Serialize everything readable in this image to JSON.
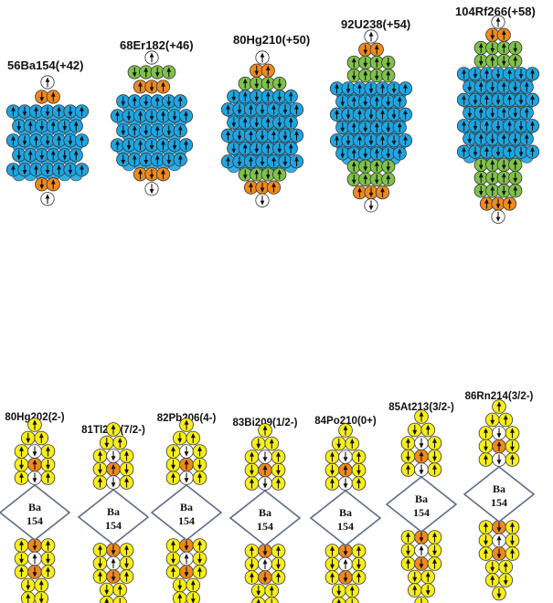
{
  "colors": {
    "blue": "#1ca6e3",
    "orange": "#f08a1c",
    "green": "#7fc24a",
    "yellow": "#f7ee1b",
    "white": "#ffffff",
    "outline": "#333333",
    "core_border": "#5d6b8a"
  },
  "top_row": [
    {
      "label": "56Ba154(+42)",
      "layers": [
        "w",
        "o",
        "b",
        "b",
        "b",
        "b",
        "b",
        "o",
        "w"
      ]
    },
    {
      "label": "68Er182(+46)",
      "layers": [
        "w",
        "g",
        "o",
        "b",
        "b",
        "b",
        "b",
        "b",
        "o",
        "w"
      ]
    },
    {
      "label": "80Hg210(+50)",
      "layers": [
        "w",
        "o",
        "g",
        "b",
        "b",
        "b",
        "b",
        "b",
        "b",
        "g",
        "o",
        "w"
      ]
    },
    {
      "label": "92U238(+54)",
      "layers": [
        "w",
        "o",
        "g",
        "g",
        "b",
        "b",
        "b",
        "b",
        "b",
        "b",
        "g",
        "g",
        "o",
        "w"
      ]
    },
    {
      "label": "104Rf266(+58)",
      "layers": [
        "w",
        "o",
        "g",
        "g",
        "b",
        "b",
        "b",
        "b",
        "b",
        "b",
        "b",
        "g",
        "g",
        "g",
        "o",
        "w"
      ]
    }
  ],
  "bottom_row": [
    {
      "label": "80Hg202(2-)",
      "core": {
        "element": "Ba",
        "mass": "154"
      }
    },
    {
      "label": "81Tl205(7/2-)",
      "core": {
        "element": "Ba",
        "mass": "154"
      }
    },
    {
      "label": "82Pb206(4-)",
      "core": {
        "element": "Ba",
        "mass": "154"
      }
    },
    {
      "label": "83Bi209(1/2-)",
      "core": {
        "element": "Ba",
        "mass": "154"
      }
    },
    {
      "label": "84Po210(0+)",
      "core": {
        "element": "Ba",
        "mass": "154"
      }
    },
    {
      "label": "85At213(3/2-)",
      "core": {
        "element": "Ba",
        "mass": "154"
      }
    },
    {
      "label": "86Rn214(3/2-)",
      "core": {
        "element": "Ba",
        "mass": "154"
      }
    }
  ]
}
